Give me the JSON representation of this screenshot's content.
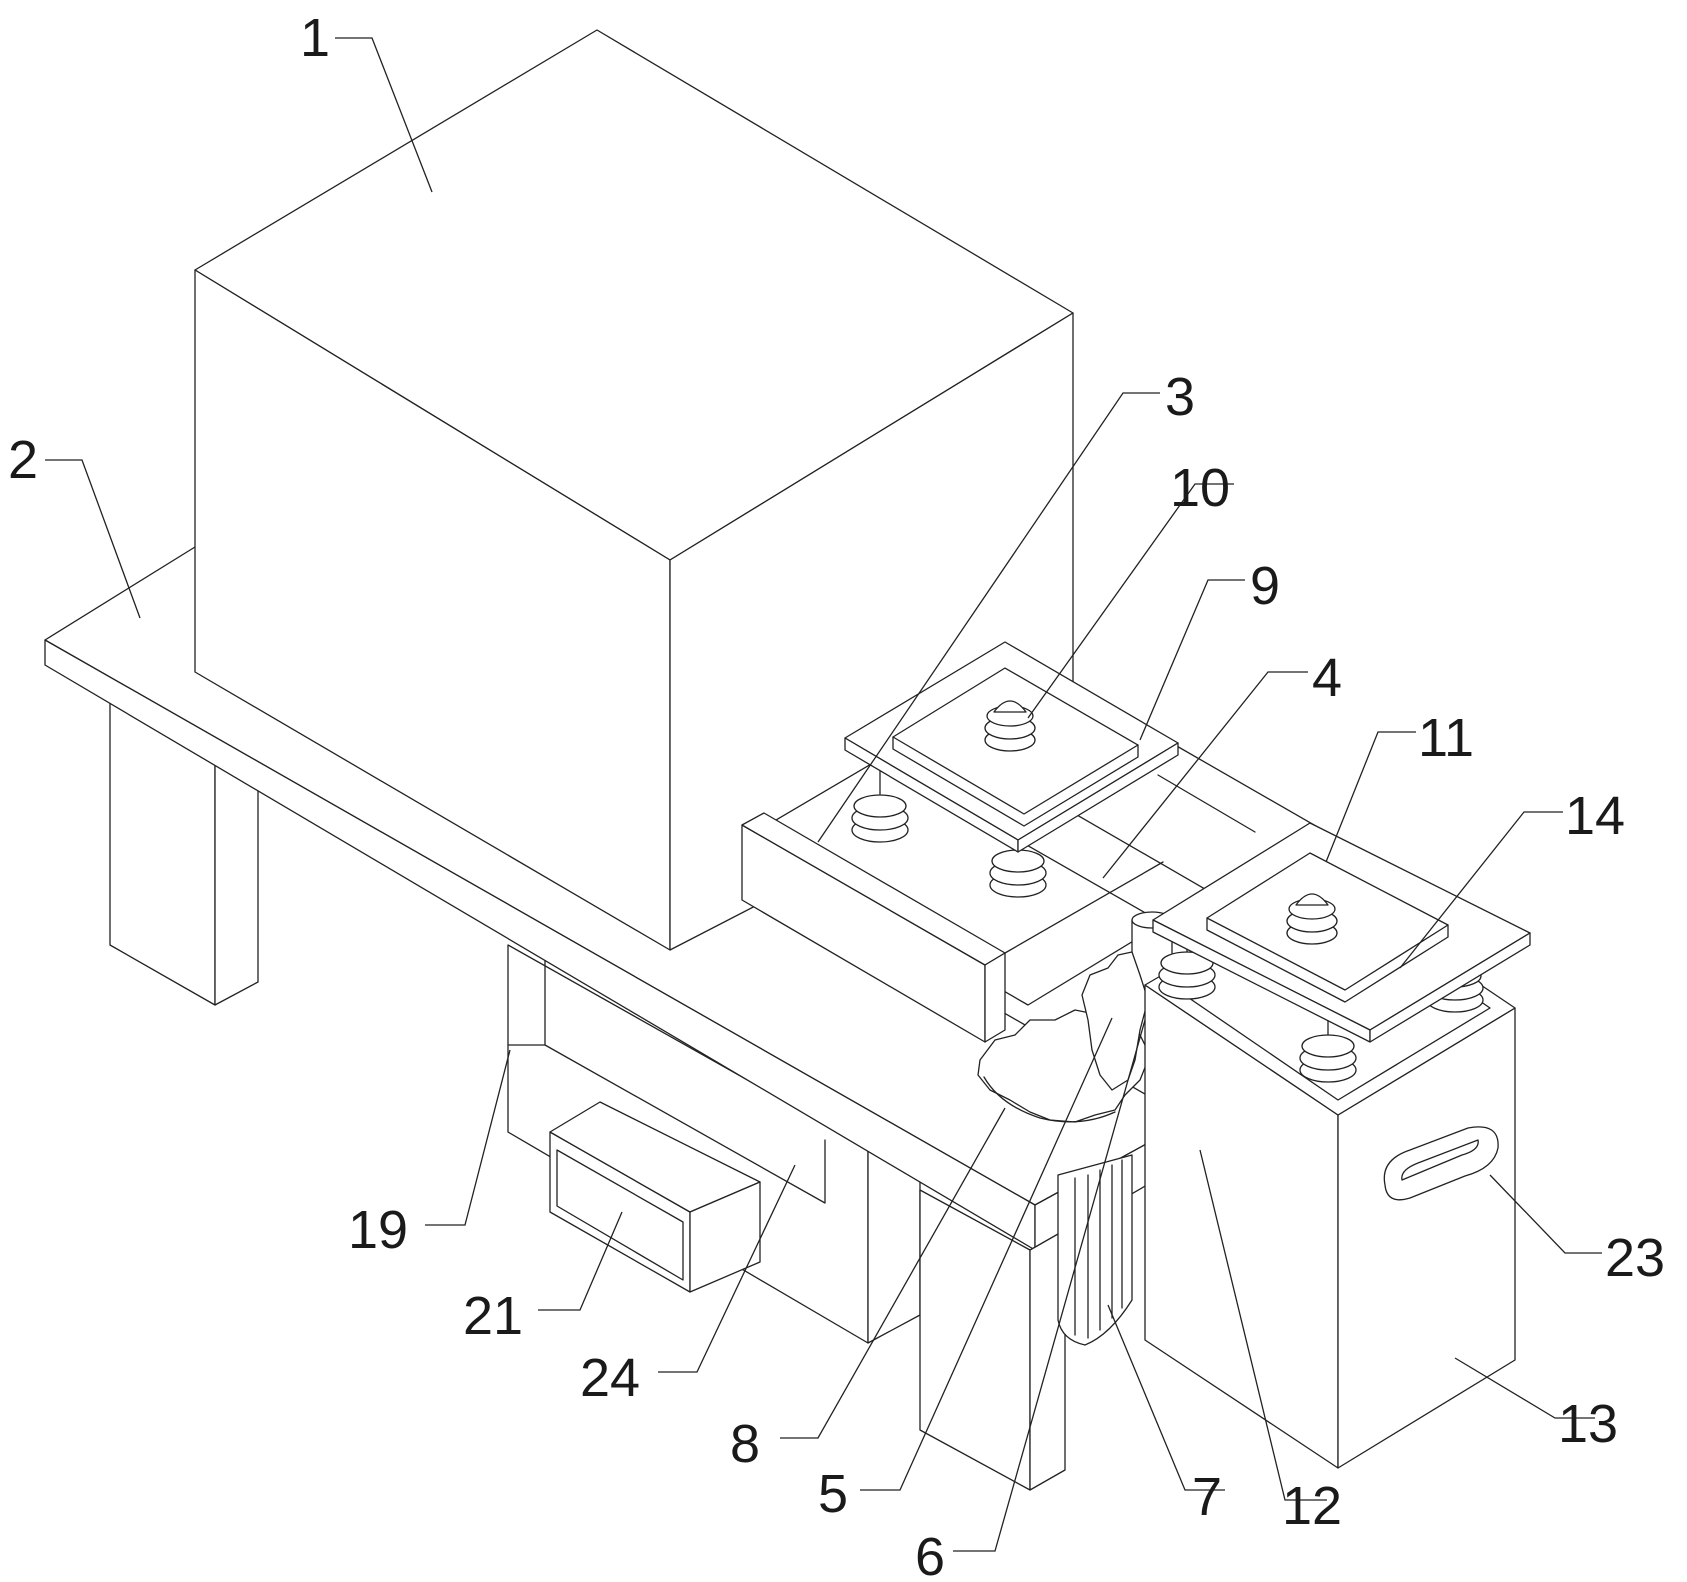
{
  "figure": {
    "line_color": "#222222",
    "background": "#ffffff",
    "labels": {
      "l1": "1",
      "l2": "2",
      "l3": "3",
      "l4": "4",
      "l5": "5",
      "l6": "6",
      "l7": "7",
      "l8": "8",
      "l9": "9",
      "l10": "10",
      "l11": "11",
      "l12": "12",
      "l13": "13",
      "l14": "14",
      "l19": "19",
      "l21": "21",
      "l23": "23",
      "l24": "24"
    }
  }
}
